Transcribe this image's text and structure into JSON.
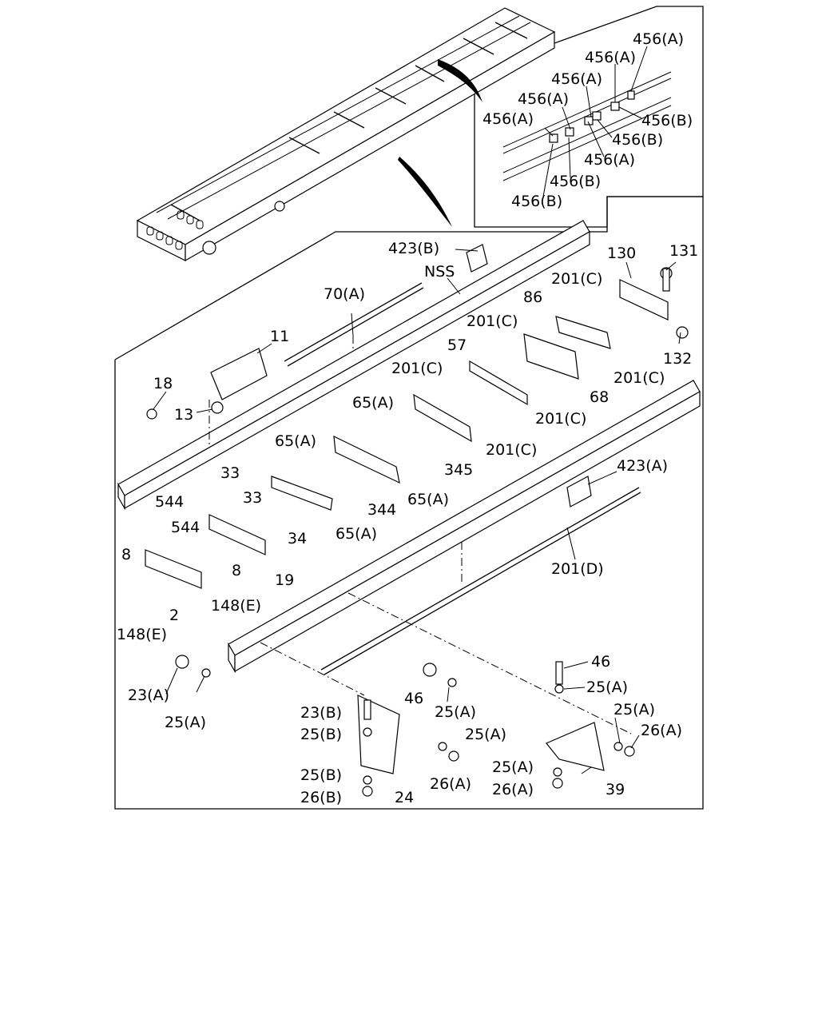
{
  "labels": {
    "l456a_1": "456(A)",
    "l456a_2": "456(A)",
    "l456a_3": "456(A)",
    "l456a_4": "456(A)",
    "l456a_5": "456(A)",
    "l456a_6": "456(A)",
    "l456b_1": "456(B)",
    "l456b_2": "456(B)",
    "l456b_3": "456(B)",
    "l456b_4": "456(B)",
    "l423b": "423(B)",
    "lnss": "NSS",
    "l70a": "70(A)",
    "l130": "130",
    "l131": "131",
    "l201c_1": "201(C)",
    "l86": "86",
    "l201c_2": "201(C)",
    "l57": "57",
    "l201c_3": "201(C)",
    "l132": "132",
    "l201c_4": "201(C)",
    "l68": "68",
    "l201c_5": "201(C)",
    "l201c_6": "201(C)",
    "l11": "11",
    "l18": "18",
    "l13": "13",
    "l65a_1": "65(A)",
    "l65a_2": "65(A)",
    "l65a_3": "65(A)",
    "l65a_4": "65(A)",
    "l345": "345",
    "l344": "344",
    "l33_1": "33",
    "l33_2": "33",
    "l34": "34",
    "l544_1": "544",
    "l544_2": "544",
    "l8_1": "8",
    "l8_2": "8",
    "l19": "19",
    "l2": "2",
    "l148e_1": "148(E)",
    "l148e_2": "148(E)",
    "l423a": "423(A)",
    "l201d": "201(D)",
    "l23a": "23(A)",
    "l25a_1": "25(A)",
    "l46_1": "46",
    "l25a_2": "25(A)",
    "l46_2": "46",
    "l25a_3": "25(A)",
    "l25a_4": "25(A)",
    "l26a_1": "26(A)",
    "l23b": "23(B)",
    "l25b_1": "25(B)",
    "l25a_5": "25(A)",
    "l25b_2": "25(B)",
    "l26b": "26(B)",
    "l24": "24",
    "l26a_2": "26(A)",
    "l25a_6": "25(A)",
    "l26a_3": "26(A)",
    "l39": "39"
  }
}
